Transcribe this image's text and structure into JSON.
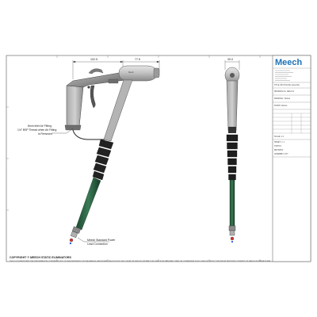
{
  "drawing": {
    "dimensions": [
      "102.5",
      "77.5",
      "30.0"
    ],
    "callouts": {
      "inlet_line1": "8mm Inlet Air Fitting",
      "inlet_line2": "1/4\" BSP Thread when Air Fitting",
      "inlet_line3": "is Removed",
      "power_line1": "Meech Standard Power",
      "power_line2": "Lead Connection"
    },
    "copyright_title": "COPYRIGHT © MEECH STATIC ELIMINATORS",
    "copyright_note": "THIS DOCUMENT AND THE INFORMATION CONTAINED IN IT IS THE PROPERTY OF THE MEECH GROUP AND SHOULD NOT BE COPIED IN WHOLE OR PART OR USED FOR MANUFACTURE OR OTHERWISE DISCLOSED WITHOUT THE PRIOR WRITTEN CONSENT OF MEECH INTERNATIONAL"
  },
  "title_block": {
    "logo": "Meech",
    "logo_color": "#1d72b8",
    "title": "TITLE: 907v3 Nozzle Assembly",
    "drawing_no": "DRAWING No: GEN-0-9",
    "material": "MATERIAL: Various",
    "finish": "FINISH: Various",
    "scale": "SCALE: 1:1",
    "sheet": "SHEET 1 / 1",
    "status": "STATUS:",
    "revision": "REVISION:",
    "assembly": "ASSEMBLY QTY:"
  }
}
